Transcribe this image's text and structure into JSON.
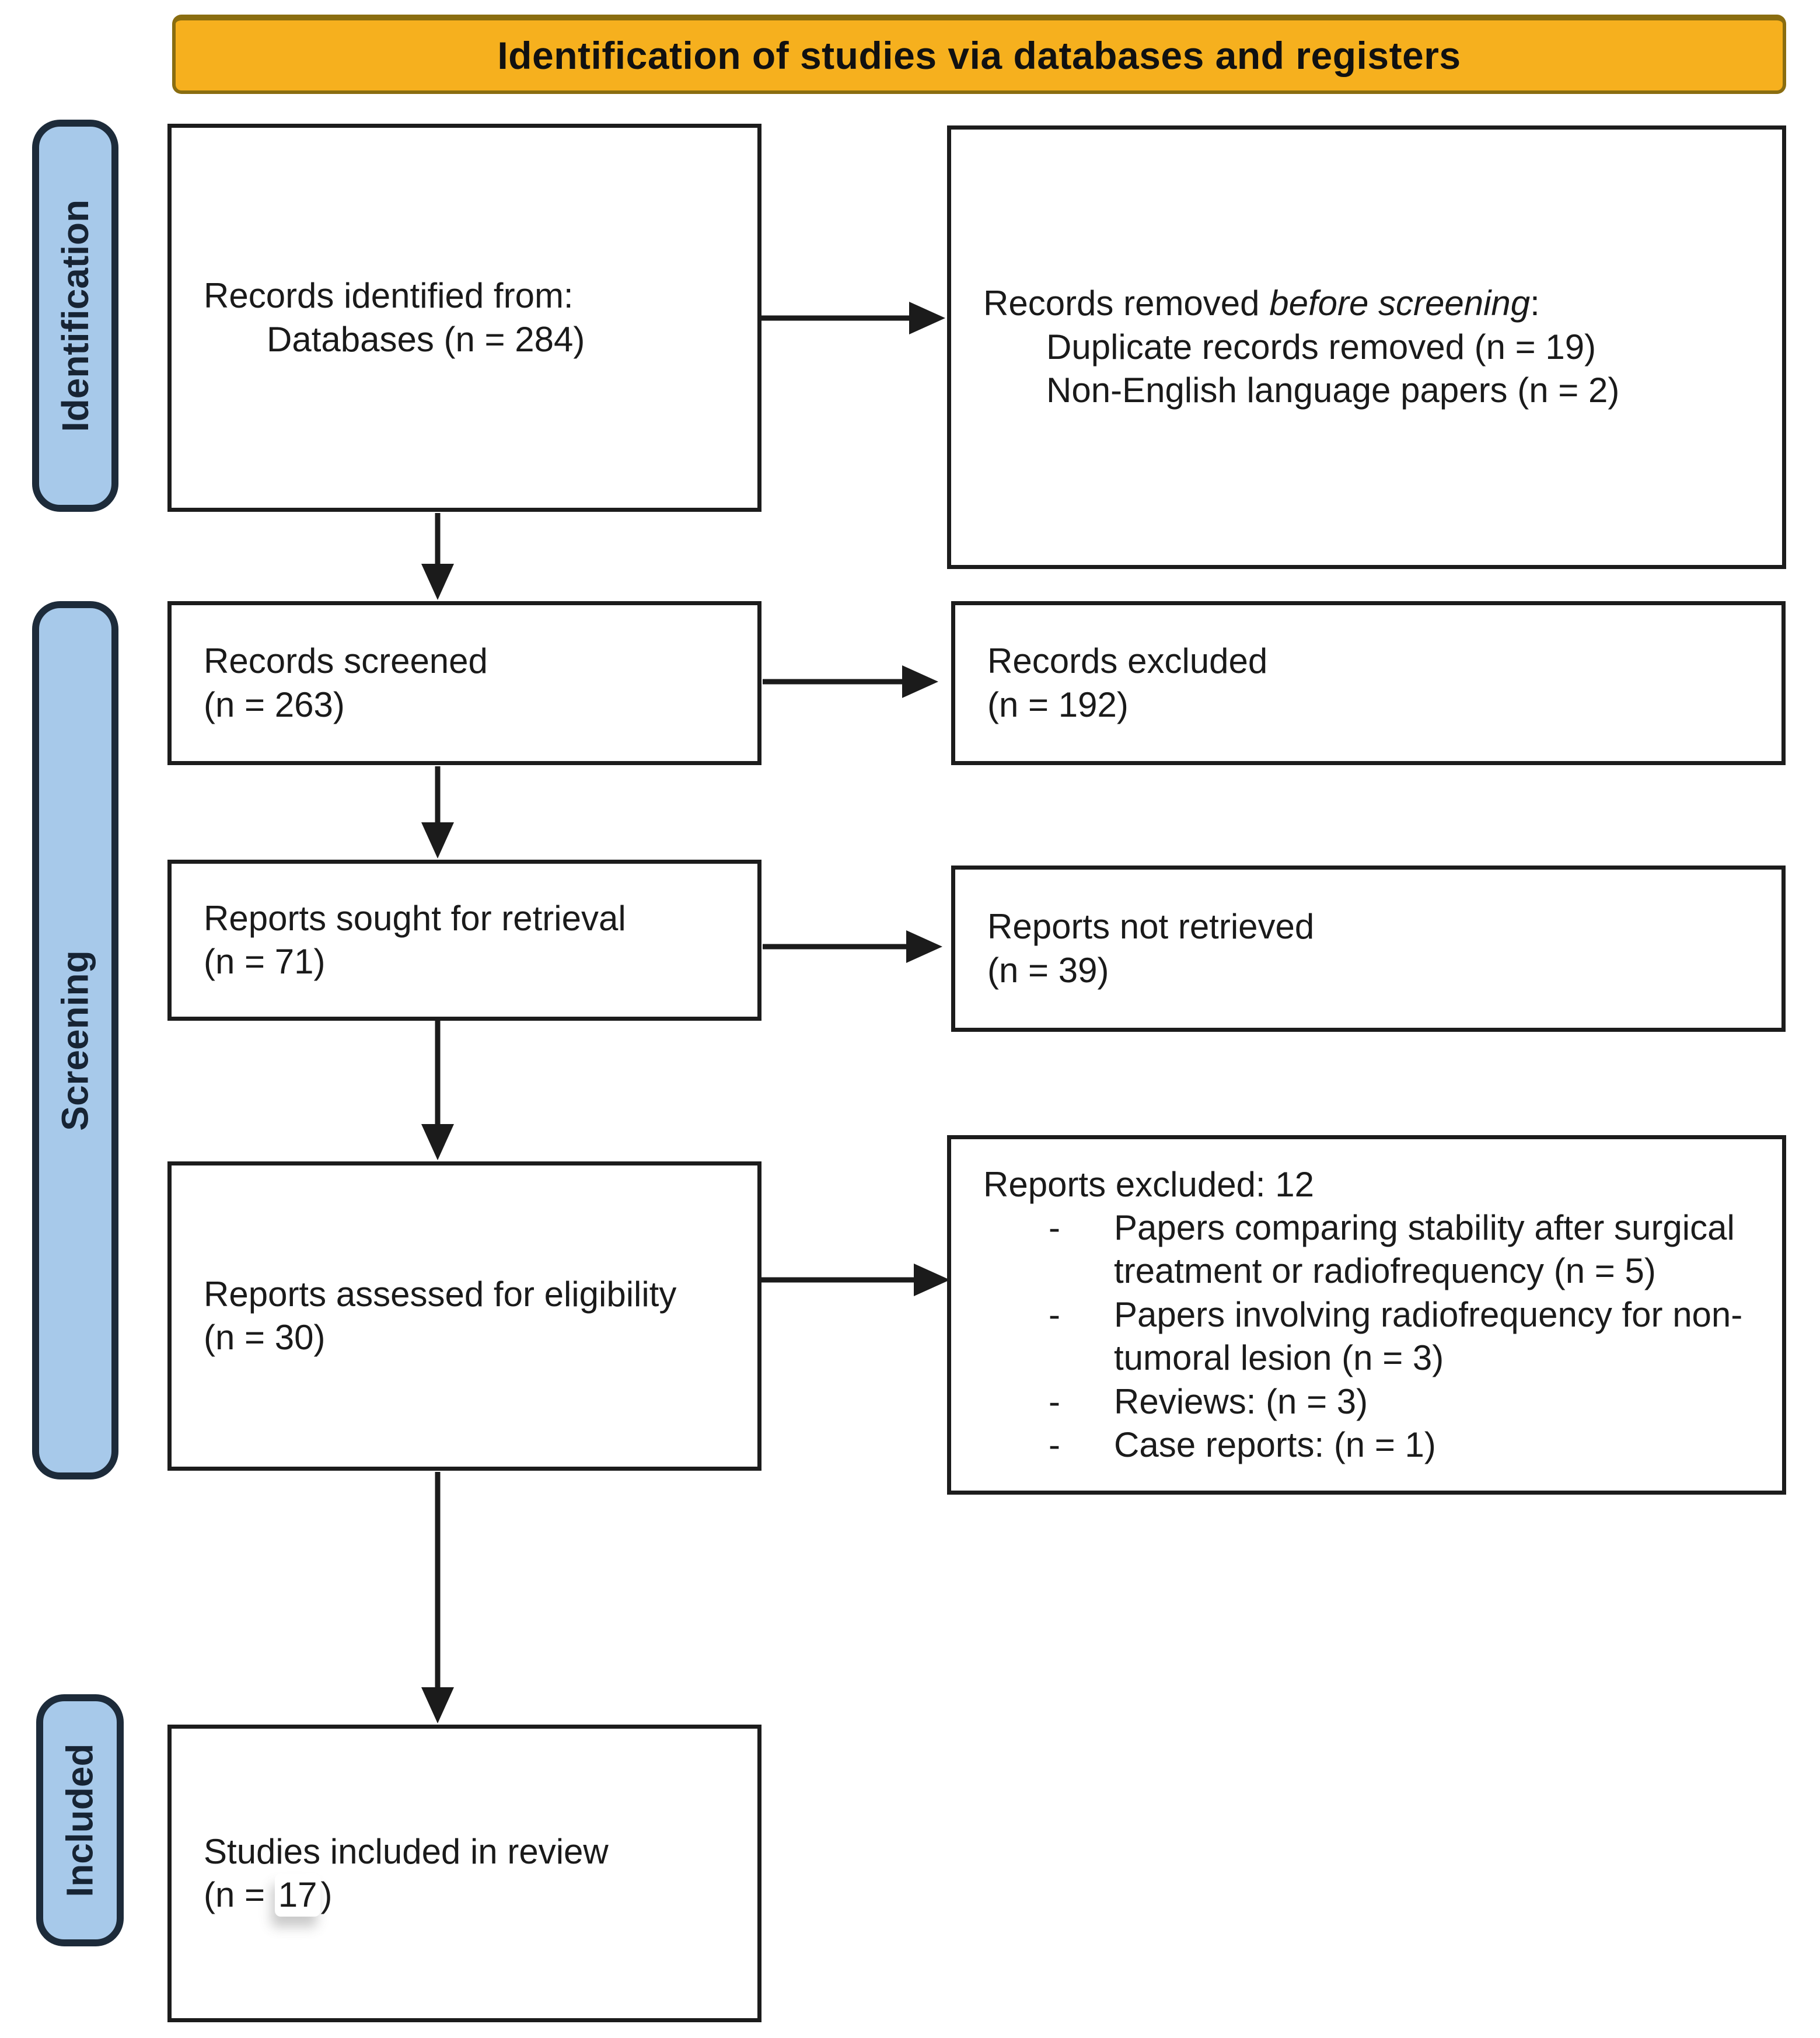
{
  "banner": {
    "title": "Identification of studies via databases and registers"
  },
  "stages": {
    "identification": "Identification",
    "screening": "Screening",
    "included": "Included"
  },
  "boxes": {
    "records_identified": {
      "line1": "Records identified from:",
      "line2": "Databases (n = 284)"
    },
    "records_removed": {
      "prefix": "Records removed ",
      "italic": "before screening",
      "suffix": ":",
      "items": [
        "Duplicate records removed (n = 19)",
        "Non-English language papers (n = 2)"
      ]
    },
    "records_screened": {
      "line1": "Records screened",
      "line2": "(n = 263)"
    },
    "records_excluded": {
      "line1": "Records excluded",
      "line2": "(n = 192)"
    },
    "reports_sought": {
      "line1": "Reports sought for retrieval",
      "line2": "(n = 71)"
    },
    "reports_not_retrieved": {
      "line1": "Reports not retrieved",
      "line2": "(n = 39)"
    },
    "reports_assessed": {
      "line1": "Reports assessed for eligibility",
      "line2": "(n = 30)"
    },
    "reports_excluded": {
      "title": "Reports excluded: 12",
      "bullet": "-",
      "items": [
        "Papers comparing stability after surgical treatment or radiofrequency (n = 5)",
        "Papers involving radiofrequency for non-tumoral lesion (n = 3)",
        "Reviews: (n = 3)",
        "Case reports: (n = 1)"
      ]
    },
    "studies_included": {
      "line1": "Studies included in review",
      "line2_prefix": "(n = ",
      "line2_value": "17",
      "line2_suffix": ")"
    }
  },
  "colors": {
    "banner_bg": "#F6B01E",
    "banner_border": "#8A6D10",
    "stage_bg": "#A7C9EA",
    "stage_border": "#1D2B3A",
    "stage_text": "#172434",
    "ink": "#1B1B1B"
  }
}
